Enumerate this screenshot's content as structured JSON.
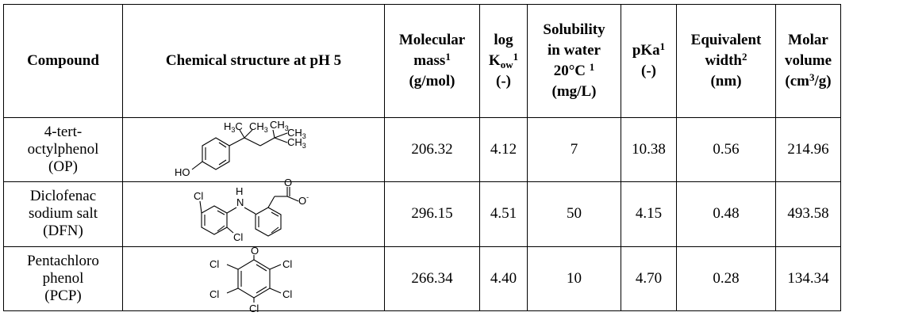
{
  "table": {
    "headers": [
      {
        "key": "compound",
        "lines": [
          "Compound"
        ]
      },
      {
        "key": "structure",
        "lines": [
          "Chemical structure at pH 5"
        ]
      },
      {
        "key": "mass",
        "l1": "Molecular",
        "l2": "mass",
        "sup": "1",
        "l3": "(g/mol)"
      },
      {
        "key": "logk",
        "l1": "log",
        "k": "K",
        "sub": "ow",
        "sup": "1",
        "l3": "(-)"
      },
      {
        "key": "sol",
        "l1": "Solubility",
        "l2": "in water",
        "l3": "20°C",
        "sup": "1",
        "l4": "(mg/L)"
      },
      {
        "key": "pka",
        "l1": "pKa",
        "sup": "1",
        "l2": "(-)"
      },
      {
        "key": "width",
        "l1": "Equivalent",
        "l2": "width",
        "sup": "2",
        "l3": "(nm)"
      },
      {
        "key": "vol",
        "l1": "Molar",
        "l2": "volume",
        "l3a": "(cm",
        "sup": "3",
        "l3b": "/g)"
      }
    ],
    "rows": [
      {
        "compound": [
          "4-tert-",
          "octylphenol",
          "(OP)"
        ],
        "mass": "206.32",
        "logk": "4.12",
        "sol": "7",
        "pka": "10.38",
        "width": "0.56",
        "vol": "214.96"
      },
      {
        "compound": [
          "Diclofenac",
          "sodium salt",
          "(DFN)"
        ],
        "mass": "296.15",
        "logk": "4.51",
        "sol": "50",
        "pka": "4.15",
        "width": "0.48",
        "vol": "493.58"
      },
      {
        "compound": [
          "Pentachloro",
          "phenol",
          "(PCP)"
        ],
        "mass": "266.34",
        "logk": "4.40",
        "sol": "10",
        "pka": "4.70",
        "width": "0.28",
        "vol": "134.34"
      }
    ]
  },
  "structures": {
    "op": {
      "h3c": "H",
      "h3c_sub": "3",
      "h3c_c": "C",
      "ch3": "CH",
      "sub3": "3",
      "ho": "HO"
    },
    "dfn": {
      "cl": "Cl",
      "h": "H",
      "n": "N",
      "o": "O",
      "o_minus": "O",
      "minus": "-"
    },
    "pcp": {
      "cl": "Cl",
      "o": "O"
    }
  }
}
